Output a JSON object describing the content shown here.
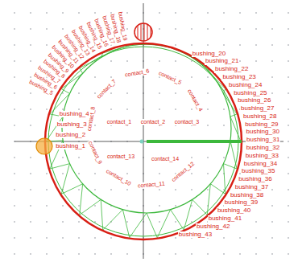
{
  "diagram": {
    "labels": [
      "bushing_1",
      "bushing_2",
      "bushing_3",
      "bushing_4",
      "bushing_5",
      "bushing_6",
      "bushing_7",
      "bushing_8",
      "bushing_9",
      "bushing_10",
      "bushing_11",
      "bushing_12",
      "bushing_13",
      "bushing_14",
      "bushing_15",
      "bushing_16",
      "bushing_17",
      "bushing_18",
      "bushing_19",
      "bushing_20",
      "bushing_21",
      "bushing_22",
      "bushing_23",
      "bushing_24",
      "bushing_25",
      "bushing_26",
      "bushing_27",
      "bushing_28",
      "bushing_29",
      "bushing_30",
      "bushing_31",
      "bushing_32",
      "bushing_33",
      "bushing_34",
      "bushing_35",
      "bushing_36",
      "bushing_37",
      "bushing_38",
      "bushing_39",
      "bushing_40",
      "bushing_41",
      "bushing_42",
      "bushing_43",
      "contact_1",
      "contact_2",
      "contact_3",
      "contact_4",
      "contact_5",
      "contact_6",
      "contact_7",
      "contact_8",
      "contact_9",
      "contact_10",
      "contact_11",
      "contact_12",
      "contact_13",
      "contact_14"
    ]
  }
}
